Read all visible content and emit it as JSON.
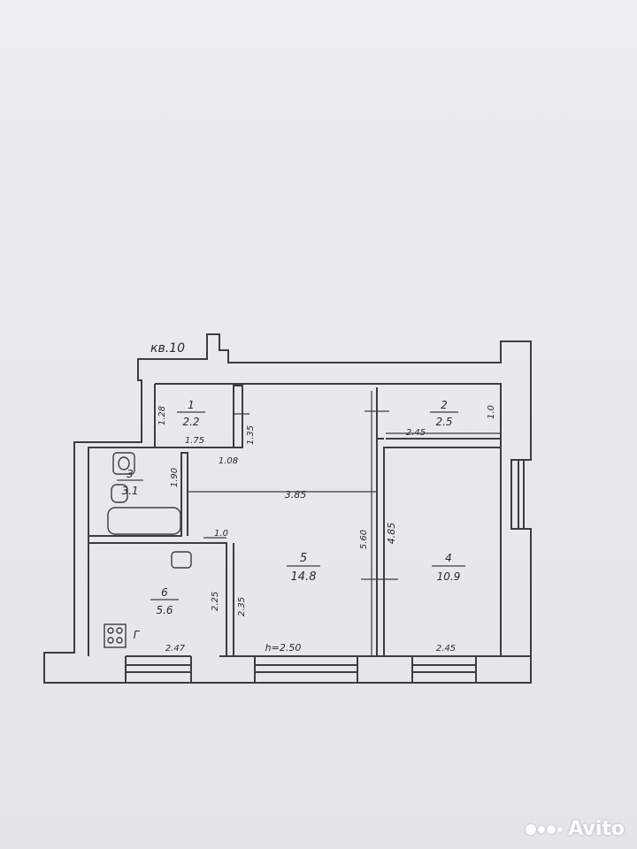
{
  "apartment_label": "кв.10",
  "rooms": [
    {
      "number": "1",
      "area": "2.2"
    },
    {
      "number": "2",
      "area": "2.5"
    },
    {
      "number": "3",
      "area": "3.1"
    },
    {
      "number": "4",
      "area": "10.9"
    },
    {
      "number": "5",
      "area": "14.8"
    },
    {
      "number": "6",
      "area": "5.6"
    }
  ],
  "dimensions": {
    "d_128": "1.28",
    "d_175": "1.75",
    "d_135": "1.35",
    "d_108": "1.08",
    "d_190": "1.90",
    "d_385": "3.85",
    "d_245_top": "2.45",
    "d_10_room2": "1.0",
    "d_560": "5.60",
    "d_485": "4.85",
    "d_10_room6": "1.0",
    "d_225": "2.25",
    "d_235": "2.35",
    "d_247": "2.47",
    "d_h250": "h=2.50",
    "d_245_bottom": "2.45"
  },
  "stove_letter": "Г",
  "watermark": "Avito"
}
